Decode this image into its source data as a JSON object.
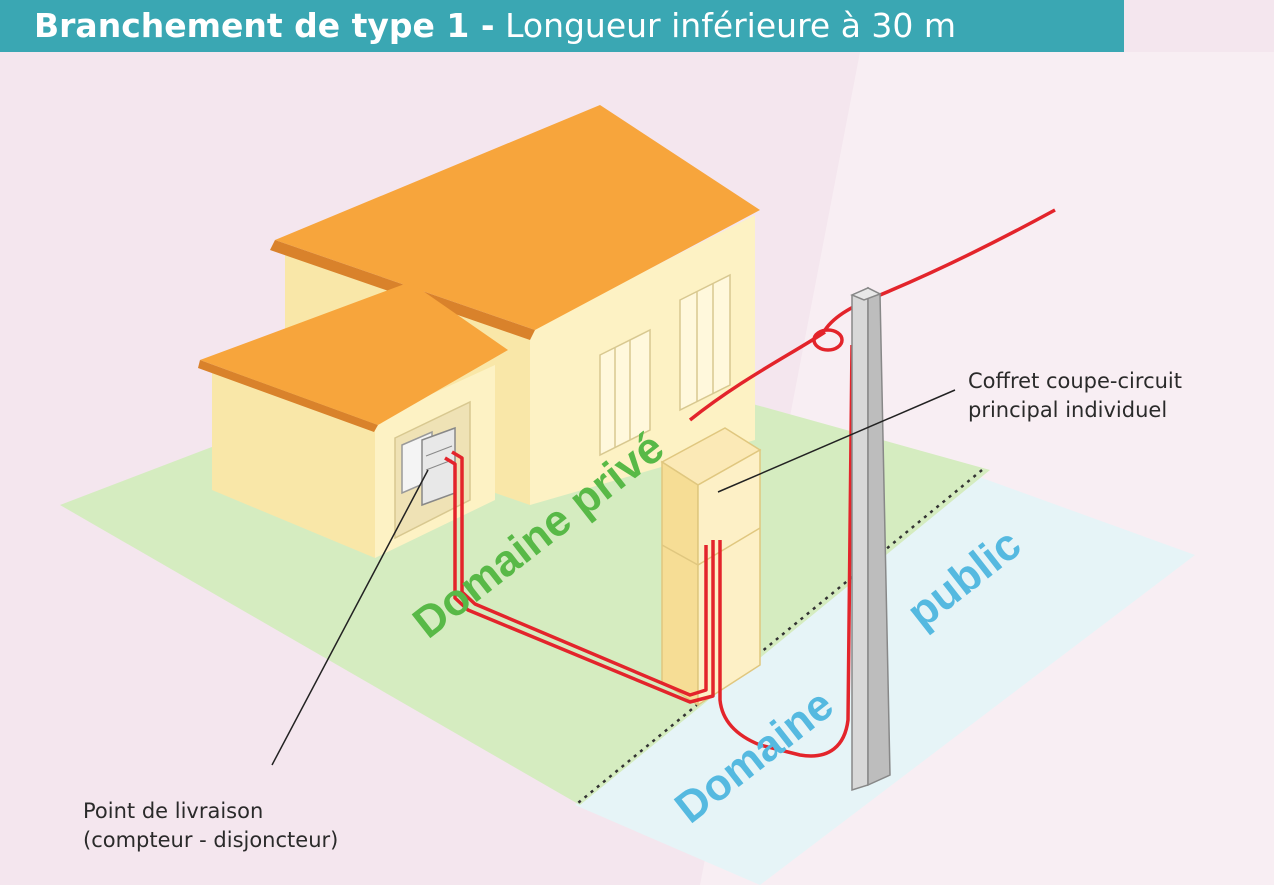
{
  "header": {
    "title_bold": "Branchement de type 1 -",
    "title_rest": " Longueur inférieure à 30 m"
  },
  "zones": {
    "prive": "Domaine privé",
    "public_line1": "Domaine",
    "public_line2": "public"
  },
  "callouts": {
    "coffret_line1": "Coffret coupe-circuit",
    "coffret_line2": "principal individuel",
    "point_line1": "Point de livraison",
    "point_line2": "(compteur - disjoncteur)"
  },
  "colors": {
    "header_bg": "#3aa7b3",
    "cable": "#e3242b",
    "prive_text": "#58b947",
    "public_text": "#55b9e0",
    "lawn": "#d5ecc0",
    "public_ground": "#e6f4f7",
    "wall": "#fdf2c4",
    "roof": "#f7a53c"
  }
}
